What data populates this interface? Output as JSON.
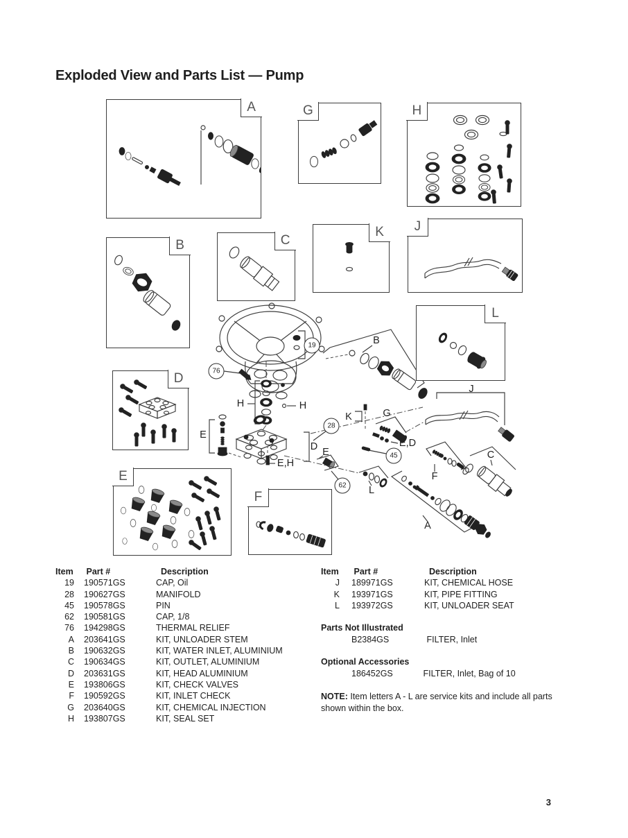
{
  "page": {
    "title": "Exploded View and Parts List — Pump",
    "page_number": "3"
  },
  "diagram": {
    "box_labels": {
      "a": "A",
      "b": "B",
      "c": "C",
      "d": "D",
      "e": "E",
      "f": "F",
      "g": "G",
      "h": "H",
      "j": "J",
      "k": "K",
      "l": "L"
    },
    "callouts": {
      "n19": "19",
      "n76": "76",
      "n28": "28",
      "n45": "45",
      "n62": "62",
      "b": "B",
      "h1": "H",
      "h2": "H",
      "j": "J",
      "k": "K",
      "g": "G",
      "e1": "E",
      "e2": "E",
      "ed": "E,D",
      "eh": "E,H",
      "d": "D",
      "l": "L",
      "f": "F",
      "c": "C",
      "a": "A"
    }
  },
  "parts_list": {
    "headers": {
      "item": "Item",
      "part": "Part #",
      "description": "Description"
    },
    "left_rows": [
      {
        "item": "19",
        "part": "190571GS",
        "description": "CAP, Oil"
      },
      {
        "item": "28",
        "part": "190627GS",
        "description": "MANIFOLD"
      },
      {
        "item": "45",
        "part": "190578GS",
        "description": "PIN"
      },
      {
        "item": "62",
        "part": "190581GS",
        "description": "CAP, 1/8"
      },
      {
        "item": "76",
        "part": "194298GS",
        "description": "THERMAL RELIEF"
      },
      {
        "item": "A",
        "part": "203641GS",
        "description": "KIT, UNLOADER STEM"
      },
      {
        "item": "B",
        "part": "190632GS",
        "description": "KIT, WATER INLET, ALUMINIUM"
      },
      {
        "item": "C",
        "part": "190634GS",
        "description": "KIT, OUTLET, ALUMINIUM"
      },
      {
        "item": "D",
        "part": "203631GS",
        "description": "KIT, HEAD ALUMINIUM"
      },
      {
        "item": "E",
        "part": "193806GS",
        "description": "KIT, CHECK VALVES"
      },
      {
        "item": "F",
        "part": "190592GS",
        "description": "KIT, INLET CHECK"
      },
      {
        "item": "G",
        "part": "203640GS",
        "description": "KIT, CHEMICAL INJECTION"
      },
      {
        "item": "H",
        "part": "193807GS",
        "description": "KIT, SEAL SET"
      }
    ],
    "right_rows": [
      {
        "item": "J",
        "part": "189971GS",
        "description": "KIT, CHEMICAL HOSE"
      },
      {
        "item": "K",
        "part": "193971GS",
        "description": "KIT, PIPE FITTING"
      },
      {
        "item": "L",
        "part": "193972GS",
        "description": "KIT, UNLOADER SEAT"
      }
    ],
    "parts_not_illustrated": {
      "title": "Parts Not Illustrated",
      "rows": [
        {
          "part": "B2384GS",
          "description": "FILTER, Inlet"
        }
      ]
    },
    "optional_accessories": {
      "title": "Optional Accessories",
      "rows": [
        {
          "part": "186452GS",
          "description": "FILTER, Inlet, Bag of 10"
        }
      ]
    },
    "note": {
      "label": "NOTE:",
      "text": " Item letters A - L are service kits and include all parts shown within the box."
    }
  }
}
